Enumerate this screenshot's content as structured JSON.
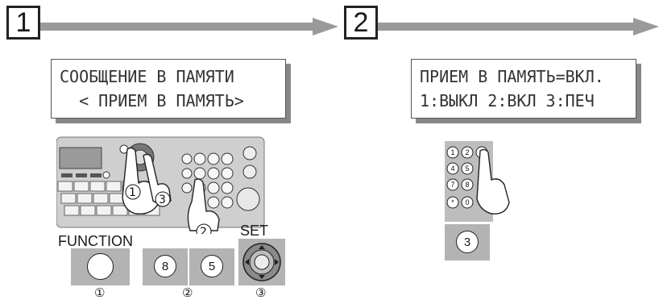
{
  "steps": [
    {
      "number": "1"
    },
    {
      "number": "2"
    }
  ],
  "step1": {
    "lcd_line1": "СООБЩЕНИЕ В ПАМЯТИ",
    "lcd_line2": "  < ПРИЕМ В ПАМЯТЬ>",
    "function_label": "FUNCTION",
    "set_label": "SET",
    "key_8": "8",
    "key_5": "5",
    "callout_1": "①",
    "callout_2": "②",
    "callout_3": "③"
  },
  "step2": {
    "lcd_line1": "ПРИЕМ В ПАМЯТЬ=ВКЛ.",
    "lcd_line2": "1:ВЫКЛ 2:ВКЛ 3:ПЕЧ",
    "key_3": "3"
  },
  "colors": {
    "arrow": "#9a9a9a",
    "tile": "#b3b3b3",
    "panel": "#c9c9c9"
  }
}
